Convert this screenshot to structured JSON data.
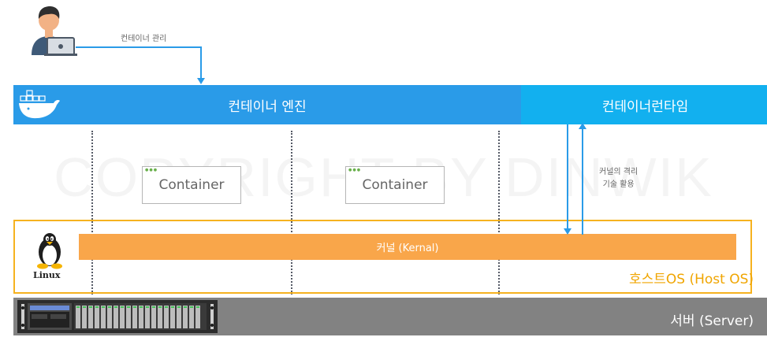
{
  "watermark": "COPYRIGHT BY DINWIK",
  "manage_label": "컨테이너 관리",
  "engine_label": "컨테이너 엔진",
  "runtime_label": "컨테이너런타임",
  "containers": [
    {
      "label": "Container"
    },
    {
      "label": "Container"
    }
  ],
  "isolation_label": {
    "line1": "커널의 격리",
    "line2": "기술 활용"
  },
  "kernel_label": "커널 (Kernal)",
  "linux_label": "Linux",
  "host_label": "호스트OS (Host OS)",
  "server_label": "서버 (Server)",
  "colors": {
    "engine": "#2a9be8",
    "runtime": "#12b0ef",
    "host_border": "#f6b21f",
    "kernel": "#f9a64a",
    "server": "#828282",
    "arrow": "#2a9be8"
  }
}
